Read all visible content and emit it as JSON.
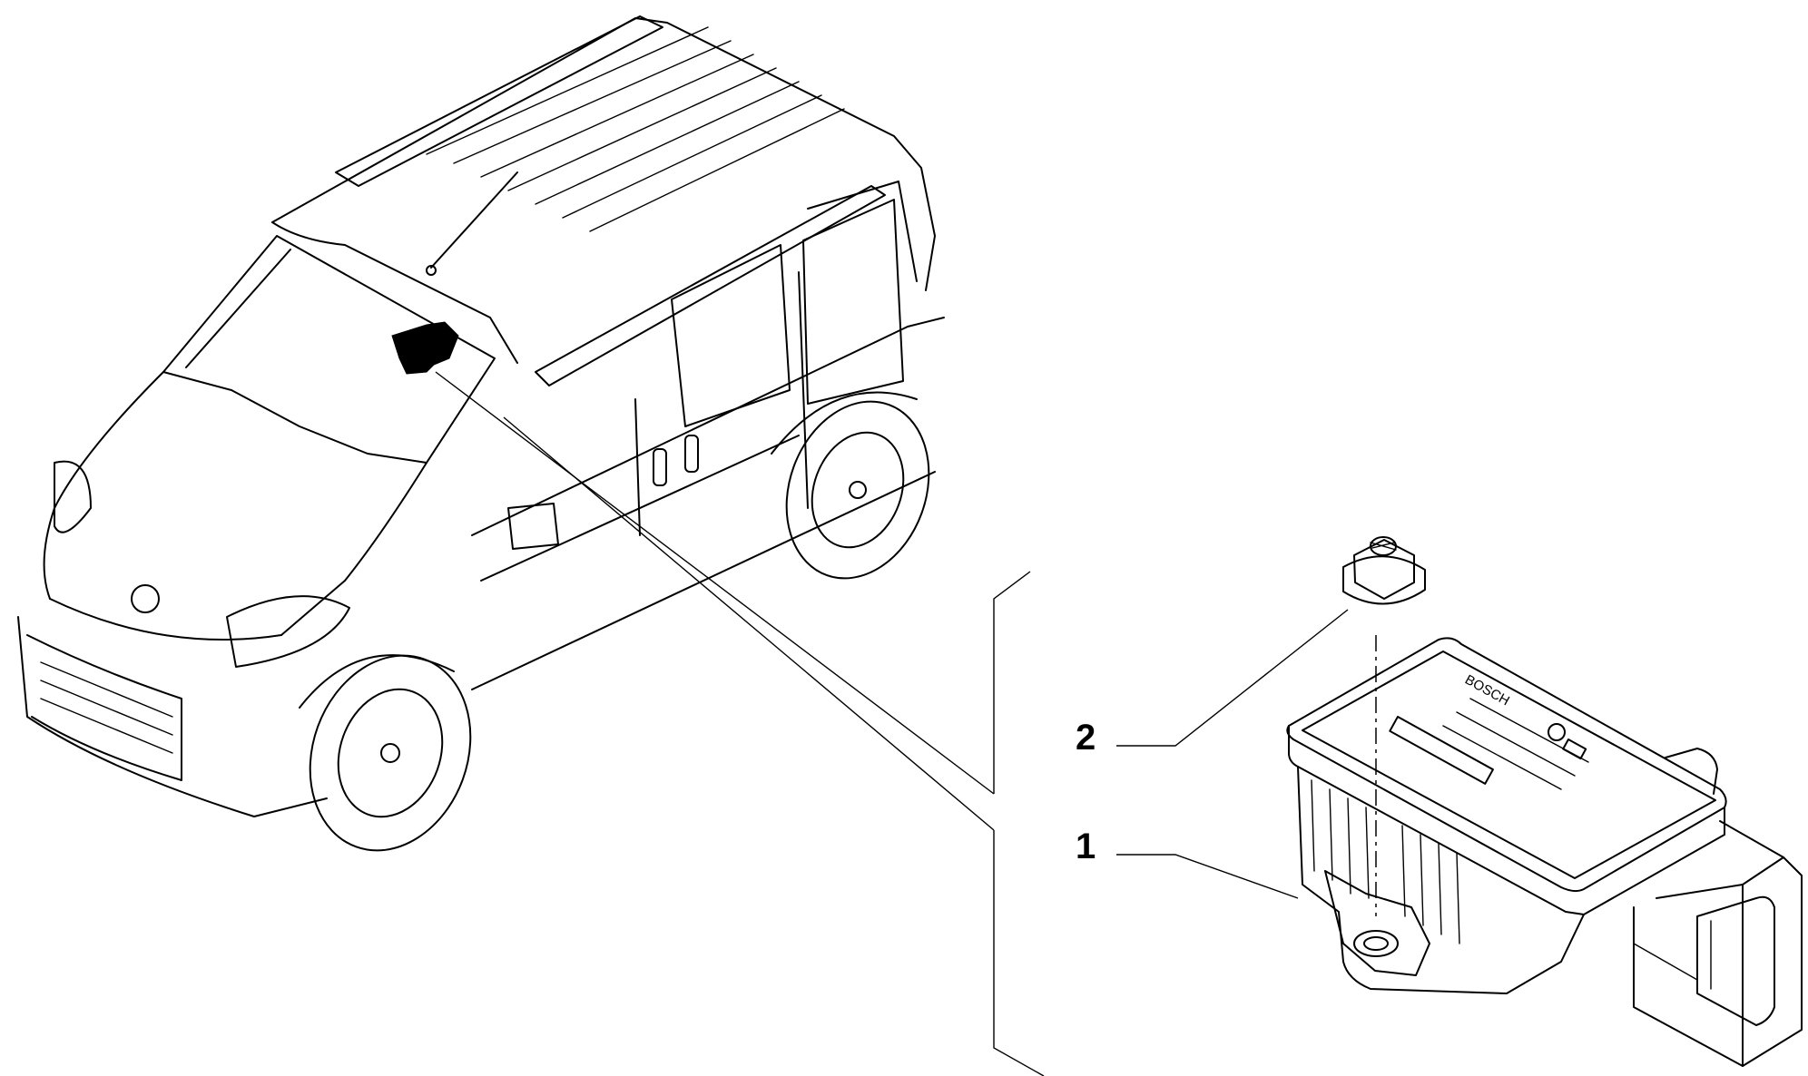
{
  "callouts": [
    {
      "number": "1",
      "part": "sensor"
    },
    {
      "number": "2",
      "part": "nut"
    }
  ],
  "sensor_brand": "BOSCH",
  "colors": {
    "line": "#000000",
    "background": "#ffffff"
  }
}
